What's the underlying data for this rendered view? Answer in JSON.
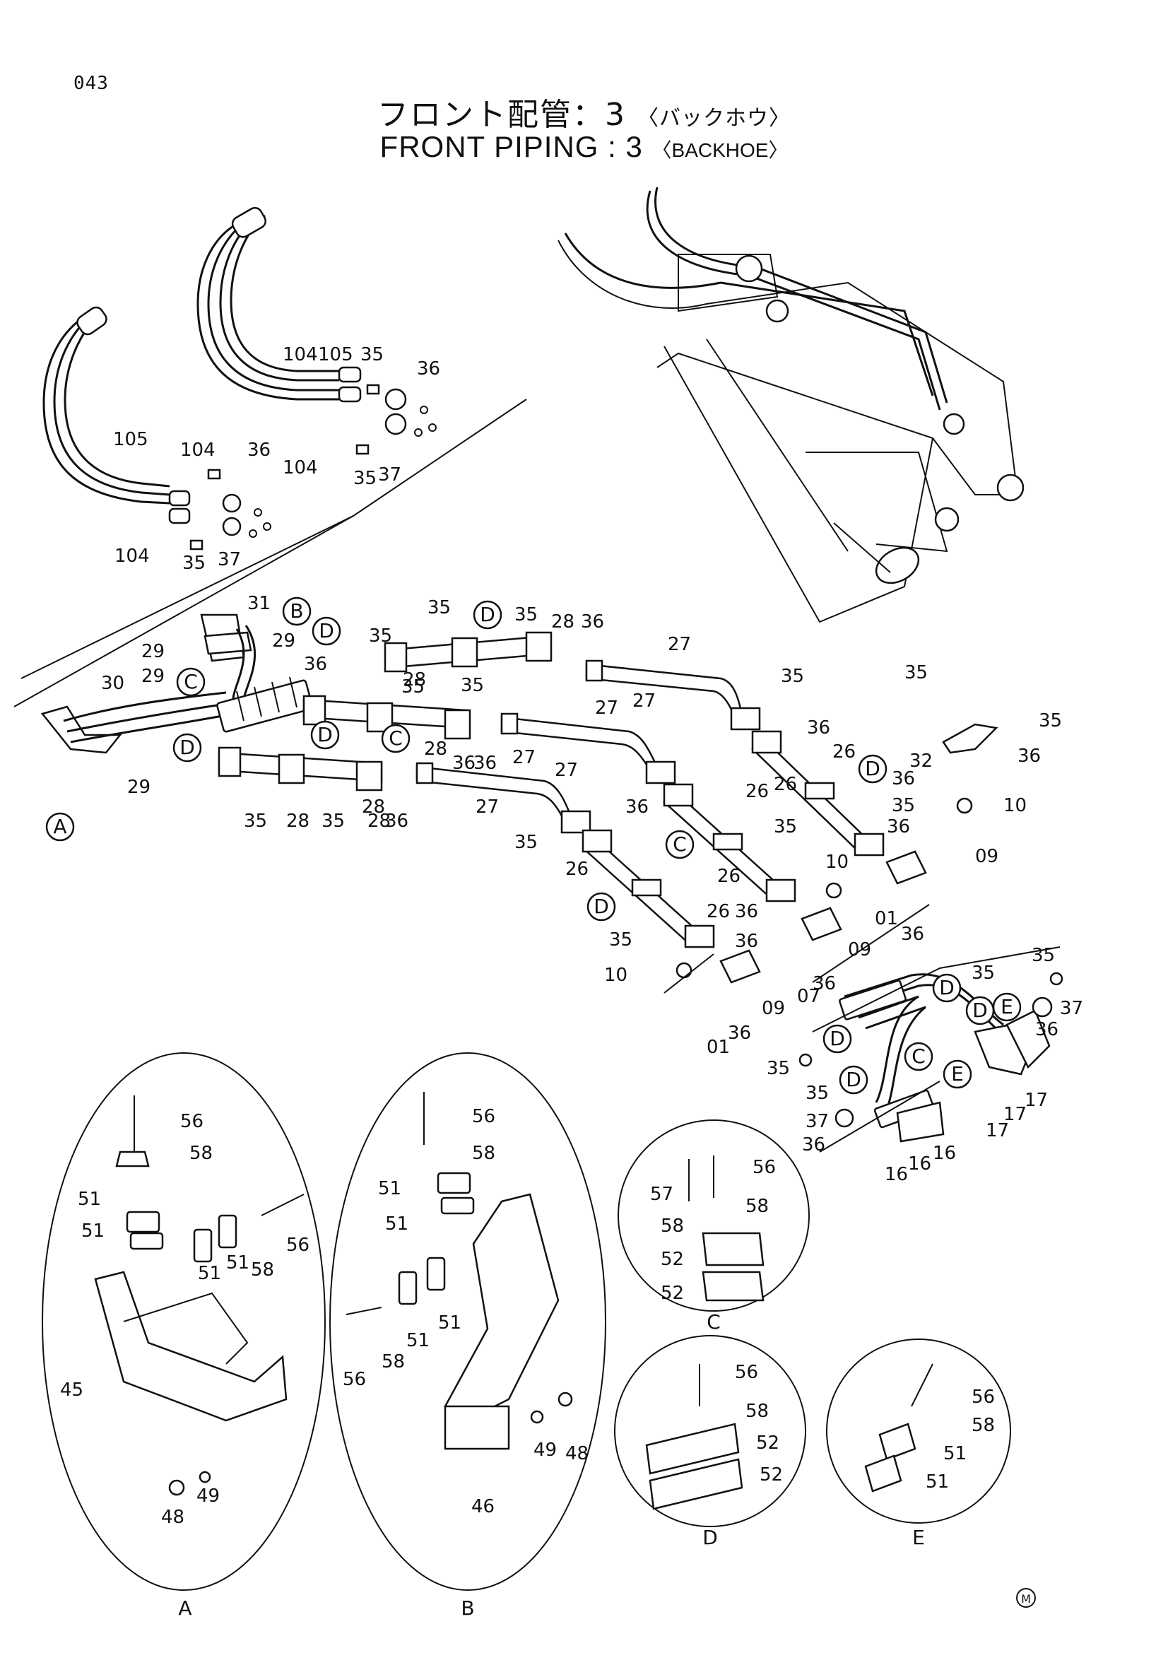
{
  "page_number": "043",
  "title_jp": "フロント配管：3",
  "subtitle_jp": "〈バックホウ〉",
  "title_en": "FRONT PIPING : 3",
  "subtitle_en": "〈BACKHOE〉",
  "detail_captions": {
    "a": "A",
    "b": "B",
    "c": "C",
    "d": "D",
    "e": "E"
  },
  "callouts": {
    "a": "A",
    "b": "B",
    "c": "C",
    "d": "D",
    "e": "E"
  },
  "labels": [
    {
      "id": "l1",
      "text": "104"
    },
    {
      "id": "l2",
      "text": "105"
    },
    {
      "id": "l3",
      "text": "35"
    },
    {
      "id": "l4",
      "text": "36"
    },
    {
      "id": "l5",
      "text": "37"
    },
    {
      "id": "l6",
      "text": "35"
    },
    {
      "id": "l7",
      "text": "104"
    },
    {
      "id": "l8",
      "text": "105"
    },
    {
      "id": "l9",
      "text": "104"
    },
    {
      "id": "l10",
      "text": "36"
    },
    {
      "id": "l11",
      "text": "37"
    },
    {
      "id": "l12",
      "text": "35"
    },
    {
      "id": "l13",
      "text": "104"
    },
    {
      "id": "l14",
      "text": "31"
    },
    {
      "id": "l15",
      "text": "29"
    },
    {
      "id": "l16",
      "text": "29"
    },
    {
      "id": "l17",
      "text": "29"
    },
    {
      "id": "l18",
      "text": "30"
    },
    {
      "id": "l19",
      "text": "29"
    },
    {
      "id": "l20",
      "text": "36"
    },
    {
      "id": "l21",
      "text": "35"
    },
    {
      "id": "l22",
      "text": "35"
    },
    {
      "id": "l23",
      "text": "35"
    },
    {
      "id": "l24",
      "text": "28"
    },
    {
      "id": "l25",
      "text": "36"
    },
    {
      "id": "l26",
      "text": "27"
    },
    {
      "id": "l27",
      "text": "35"
    },
    {
      "id": "l28",
      "text": "28"
    },
    {
      "id": "l29",
      "text": "35"
    },
    {
      "id": "l30",
      "text": "28"
    },
    {
      "id": "l31",
      "text": "27"
    },
    {
      "id": "l32",
      "text": "35"
    },
    {
      "id": "l33",
      "text": "36"
    },
    {
      "id": "l34",
      "text": "27"
    },
    {
      "id": "l35",
      "text": "27"
    },
    {
      "id": "l36",
      "text": "28"
    },
    {
      "id": "l37",
      "text": "36"
    },
    {
      "id": "l38",
      "text": "27"
    },
    {
      "id": "l39",
      "text": "35"
    },
    {
      "id": "l40",
      "text": "28"
    },
    {
      "id": "l41",
      "text": "35"
    },
    {
      "id": "l42",
      "text": "28"
    },
    {
      "id": "l43",
      "text": "36"
    },
    {
      "id": "l44",
      "text": "27"
    },
    {
      "id": "l45",
      "text": "35"
    },
    {
      "id": "l46",
      "text": "36"
    },
    {
      "id": "l47",
      "text": "26"
    },
    {
      "id": "l48",
      "text": "26"
    },
    {
      "id": "l49",
      "text": "35"
    },
    {
      "id": "l50",
      "text": "35"
    },
    {
      "id": "l51",
      "text": "32"
    },
    {
      "id": "l52",
      "text": "36"
    },
    {
      "id": "l53",
      "text": "36"
    },
    {
      "id": "l54",
      "text": "35"
    },
    {
      "id": "l55",
      "text": "10"
    },
    {
      "id": "l56",
      "text": "36"
    },
    {
      "id": "l57",
      "text": "26"
    },
    {
      "id": "l58",
      "text": "36"
    },
    {
      "id": "l59",
      "text": "35"
    },
    {
      "id": "l60",
      "text": "09"
    },
    {
      "id": "l61",
      "text": "26"
    },
    {
      "id": "l62",
      "text": "26"
    },
    {
      "id": "l63",
      "text": "10"
    },
    {
      "id": "l64",
      "text": "26"
    },
    {
      "id": "l65",
      "text": "36"
    },
    {
      "id": "l66",
      "text": "01"
    },
    {
      "id": "l67",
      "text": "36"
    },
    {
      "id": "l68",
      "text": "35"
    },
    {
      "id": "l69",
      "text": "36"
    },
    {
      "id": "l70",
      "text": "09"
    },
    {
      "id": "l71",
      "text": "10"
    },
    {
      "id": "l72",
      "text": "07"
    },
    {
      "id": "l73",
      "text": "36"
    },
    {
      "id": "l74",
      "text": "35"
    },
    {
      "id": "l75",
      "text": "35"
    },
    {
      "id": "l76",
      "text": "09"
    },
    {
      "id": "l77",
      "text": "37"
    },
    {
      "id": "l78",
      "text": "36"
    },
    {
      "id": "l79",
      "text": "01"
    },
    {
      "id": "l80",
      "text": "36"
    },
    {
      "id": "l81",
      "text": "35"
    },
    {
      "id": "l82",
      "text": "35"
    },
    {
      "id": "l83",
      "text": "17"
    },
    {
      "id": "l84",
      "text": "17"
    },
    {
      "id": "l85",
      "text": "17"
    },
    {
      "id": "l86",
      "text": "37"
    },
    {
      "id": "l87",
      "text": "16"
    },
    {
      "id": "l88",
      "text": "36"
    },
    {
      "id": "l89",
      "text": "16"
    },
    {
      "id": "l90",
      "text": "16"
    },
    {
      "id": "l91",
      "text": "56"
    },
    {
      "id": "l92",
      "text": "58"
    },
    {
      "id": "l93",
      "text": "51"
    },
    {
      "id": "l94",
      "text": "51"
    },
    {
      "id": "l95",
      "text": "51"
    },
    {
      "id": "l96",
      "text": "51"
    },
    {
      "id": "l97",
      "text": "58"
    },
    {
      "id": "l98",
      "text": "56"
    },
    {
      "id": "l99",
      "text": "45"
    },
    {
      "id": "l100",
      "text": "48"
    },
    {
      "id": "l101",
      "text": "49"
    },
    {
      "id": "l102",
      "text": "56"
    },
    {
      "id": "l103",
      "text": "58"
    },
    {
      "id": "l104",
      "text": "51"
    },
    {
      "id": "l105",
      "text": "51"
    },
    {
      "id": "l106",
      "text": "51"
    },
    {
      "id": "l107",
      "text": "51"
    },
    {
      "id": "l108",
      "text": "56"
    },
    {
      "id": "l109",
      "text": "58"
    },
    {
      "id": "l110",
      "text": "46"
    },
    {
      "id": "l111",
      "text": "49"
    },
    {
      "id": "l112",
      "text": "48"
    },
    {
      "id": "l113",
      "text": "57"
    },
    {
      "id": "l114",
      "text": "56"
    },
    {
      "id": "l115",
      "text": "58"
    },
    {
      "id": "l116",
      "text": "58"
    },
    {
      "id": "l117",
      "text": "52"
    },
    {
      "id": "l118",
      "text": "52"
    },
    {
      "id": "l119",
      "text": "56"
    },
    {
      "id": "l120",
      "text": "58"
    },
    {
      "id": "l121",
      "text": "52"
    },
    {
      "id": "l122",
      "text": "52"
    },
    {
      "id": "l123",
      "text": "56"
    },
    {
      "id": "l124",
      "text": "58"
    },
    {
      "id": "l125",
      "text": "51"
    },
    {
      "id": "l126",
      "text": "51"
    }
  ]
}
